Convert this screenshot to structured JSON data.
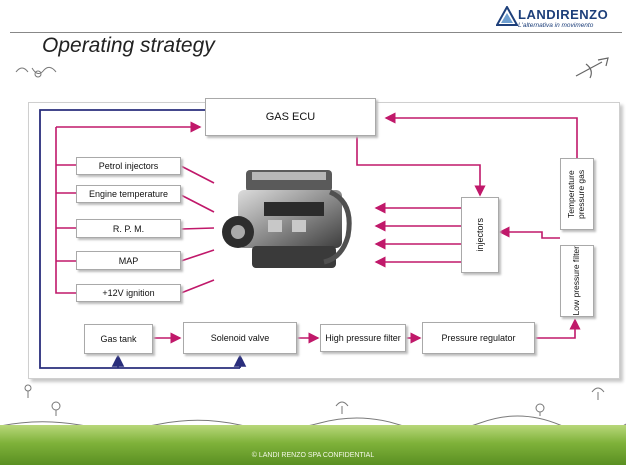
{
  "header": {
    "title": "Operating strategy",
    "logo_name": "LANDIRENZO",
    "logo_tagline": "L'alternativa in movimento"
  },
  "diagram": {
    "ecu": "GAS ECU",
    "inputs": [
      "Petrol injectors",
      "Engine temperature",
      "R. P. M.",
      "MAP",
      "+12V ignition"
    ],
    "injectors": "injectors",
    "temp_sensor": "Temperature pressure gas",
    "low_filter": "Low pressure filter",
    "gas_tank": "Gas tank",
    "solenoid": "Solenoid valve",
    "high_filter": "High pressure filter",
    "regulator": "Pressure regulator"
  },
  "footer": {
    "text": "© LANDI RENZO SPA CONFIDENTIAL"
  },
  "colors": {
    "arrow": "#c0186a",
    "feedback": "#2a2e7c",
    "brand": "#1d3f7a",
    "grass": "#7fb23a"
  }
}
